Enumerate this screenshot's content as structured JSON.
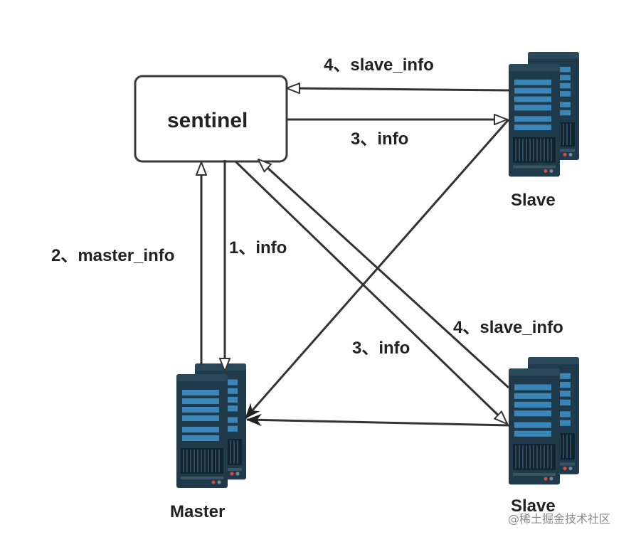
{
  "sentinel": {
    "label": "sentinel"
  },
  "nodes": {
    "slave_top": {
      "label": "Slave"
    },
    "slave_bottom": {
      "label": "Slave"
    },
    "master": {
      "label": "Master"
    }
  },
  "edges": {
    "slave_top_to_sentinel": "4、slave_info",
    "sentinel_to_slave_top": "3、info",
    "master_to_sentinel": "2、master_info",
    "sentinel_to_master": "1、info",
    "slave_bottom_to_sentinel": "4、slave_info",
    "sentinel_to_slave_bottom": "3、info"
  },
  "watermark": "@稀土掘金技术社区",
  "colors": {
    "line": "#333333",
    "server_body": "#1f3a4a",
    "server_front": "#263f4f",
    "server_screen": "#3a86b8",
    "server_led": "#d94c3d"
  }
}
